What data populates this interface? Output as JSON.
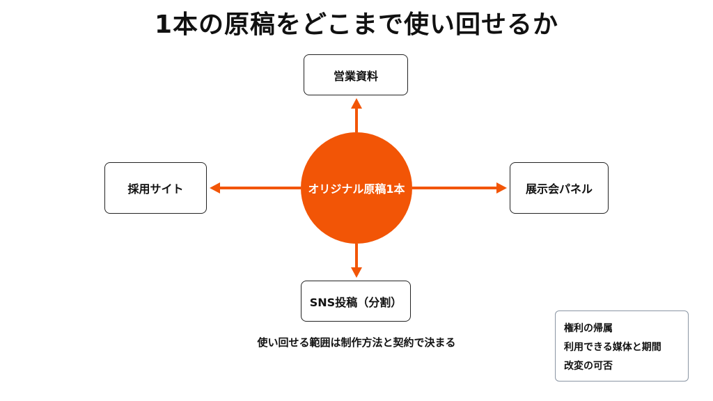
{
  "title": "1本の原稿をどこまで使い回せるか",
  "center": {
    "label": "オリジナル原稿1本",
    "color": "#f25506",
    "text_color": "#ffffff"
  },
  "nodes": {
    "top": "営業資料",
    "left": "採用サイト",
    "right": "展示会パネル",
    "bottom": "SNS投稿（分割）"
  },
  "arrow_color": "#f25506",
  "caption": "使い回せる範囲は制作方法と契約で決まる",
  "notes": [
    "権利の帰属",
    "利用できる媒体と期間",
    "改変の可否"
  ]
}
